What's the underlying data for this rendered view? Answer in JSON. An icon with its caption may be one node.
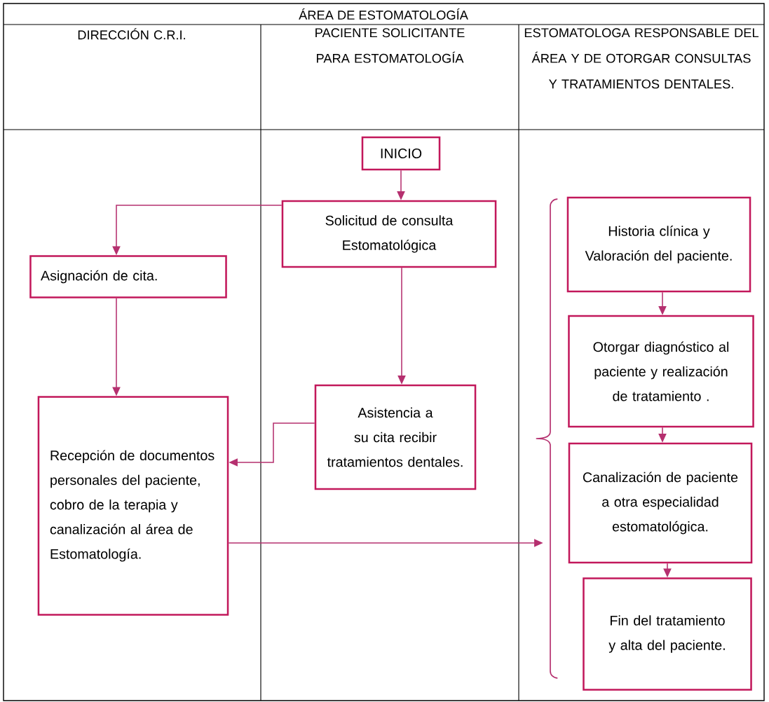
{
  "diagram": {
    "title": "ÁREA DE ESTOMATOLOGÍA",
    "nodes": [
      {
        "text": [
          "INICIO"
        ]
      },
      {
        "text": [
          "Solicitud de consulta Estomatológica"
        ]
      },
      {
        "text": [
          "Asignación de cita."
        ]
      },
      {
        "text": [
          "Asistencia a su cita recibir tratamientos dentales."
        ]
      },
      {
        "text": [
          "Recepción de documentos personales del paciente, cobro de la terapia y canalización al área de Estomatología."
        ]
      },
      {
        "text": [
          "Historia clínica y Valoración del paciente."
        ]
      },
      {
        "text": [
          "Otorgar diagnóstico al paciente y realización de tratamiento ."
        ]
      },
      {
        "text": [
          "Canalización de paciente a otra especialidad estomatológica."
        ]
      },
      {
        "text": [
          "Fin del tratamiento y alta del paciente."
        ]
      },
      {
        "text": [],
        "shape": "brace"
      }
    ],
    "edges": [
      {
        "from": 0,
        "to": 1,
        "arrow": "to"
      },
      {
        "from": 1,
        "to": 2,
        "arrow": "to"
      },
      {
        "from": 1,
        "to": 3,
        "arrow": "to"
      },
      {
        "from": 2,
        "to": 4,
        "arrow": "to"
      },
      {
        "from": 3,
        "to": 4,
        "arrow": "to"
      },
      {
        "from": 4,
        "to": 9,
        "arrow": "to"
      },
      {
        "from": 5,
        "to": 6,
        "arrow": "to"
      },
      {
        "from": 6,
        "to": 7,
        "arrow": "to"
      },
      {
        "from": 7,
        "to": 8,
        "arrow": "to"
      }
    ],
    "labels": [
      "DIRECCIÓN C.R.I.",
      "PACIENTE SOLICITANTE PARA ESTOMATOLOGÍA",
      "ESTOMATOLOGA RESPONSABLE DEL ÁREA Y DE OTORGAR CONSULTAS Y TRATAMIENTOS DENTALES."
    ]
  }
}
